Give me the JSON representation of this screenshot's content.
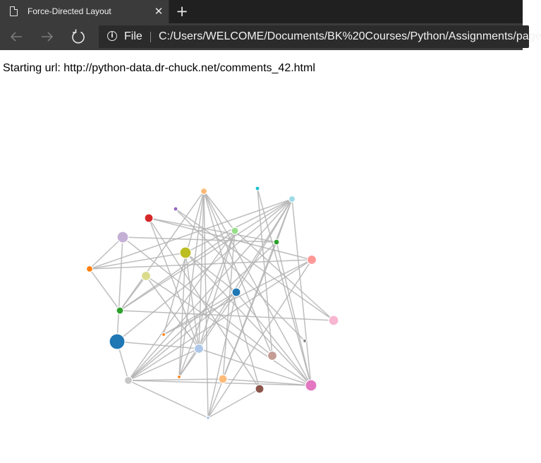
{
  "browser": {
    "tab_title": "Force-Directed Layout",
    "address_scheme_label": "File",
    "address_url": "C:/Users/WELCOME/Documents/BK%20Courses/Python/Assignments/page"
  },
  "page": {
    "starting_url_text": "Starting url: http://python-data.dr-chuck.net/comments_42.html"
  },
  "graph": {
    "nodes": [
      {
        "id": 0,
        "color": "#1f77b4"
      },
      {
        "id": 1,
        "color": "#1f77b4"
      },
      {
        "id": 2,
        "color": "#aec7e8"
      },
      {
        "id": 3,
        "color": "#aec7e8"
      },
      {
        "id": 4,
        "color": "#ff7f0e"
      },
      {
        "id": 5,
        "color": "#ff7f0e"
      },
      {
        "id": 6,
        "color": "#ff7f0e"
      },
      {
        "id": 7,
        "color": "#ffbb78"
      },
      {
        "id": 8,
        "color": "#ffbb78"
      },
      {
        "id": 9,
        "color": "#2ca02c"
      },
      {
        "id": 10,
        "color": "#2ca02c"
      },
      {
        "id": 11,
        "color": "#98df8a"
      },
      {
        "id": 12,
        "color": "#d62728"
      },
      {
        "id": 13,
        "color": "#ff9896"
      },
      {
        "id": 14,
        "color": "#9467bd"
      },
      {
        "id": 15,
        "color": "#c5b0d5"
      },
      {
        "id": 16,
        "color": "#8c564b"
      },
      {
        "id": 17,
        "color": "#c49c94"
      },
      {
        "id": 18,
        "color": "#e377c2"
      },
      {
        "id": 19,
        "color": "#f7b6d2"
      },
      {
        "id": 20,
        "color": "#7f7f7f"
      },
      {
        "id": 21,
        "color": "#c7c7c7"
      },
      {
        "id": 22,
        "color": "#bcbd22"
      },
      {
        "id": 23,
        "color": "#dbdb8d"
      },
      {
        "id": 24,
        "color": "#17becf"
      },
      {
        "id": 25,
        "color": "#9edae5"
      }
    ],
    "links": [
      [
        4,
        25
      ],
      [
        4,
        13
      ],
      [
        4,
        22
      ],
      [
        4,
        9
      ],
      [
        4,
        15
      ],
      [
        9,
        11
      ],
      [
        9,
        19
      ],
      [
        9,
        25
      ],
      [
        25,
        0
      ],
      [
        25,
        22
      ],
      [
        25,
        21
      ],
      [
        25,
        10
      ],
      [
        25,
        8
      ],
      [
        25,
        6
      ],
      [
        25,
        18
      ],
      [
        10,
        2
      ],
      [
        10,
        18
      ],
      [
        10,
        21
      ],
      [
        10,
        15
      ],
      [
        10,
        12
      ],
      [
        7,
        3
      ],
      [
        7,
        18
      ],
      [
        7,
        9
      ],
      [
        7,
        6
      ],
      [
        7,
        2
      ],
      [
        7,
        17
      ],
      [
        7,
        16
      ],
      [
        7,
        11
      ],
      [
        7,
        5
      ],
      [
        24,
        17
      ],
      [
        24,
        18
      ],
      [
        14,
        20
      ],
      [
        14,
        19
      ],
      [
        12,
        16
      ],
      [
        12,
        13
      ],
      [
        12,
        3
      ],
      [
        11,
        21
      ],
      [
        11,
        19
      ],
      [
        11,
        3
      ],
      [
        13,
        21
      ],
      [
        13,
        2
      ],
      [
        13,
        5
      ],
      [
        23,
        18
      ],
      [
        23,
        9
      ],
      [
        23,
        3
      ],
      [
        22,
        0
      ],
      [
        22,
        18
      ],
      [
        22,
        6
      ],
      [
        22,
        3
      ],
      [
        1,
        21
      ],
      [
        1,
        3
      ],
      [
        1,
        25
      ],
      [
        1,
        15
      ],
      [
        0,
        18
      ],
      [
        0,
        3
      ],
      [
        0,
        2
      ],
      [
        0,
        5
      ],
      [
        0,
        21
      ],
      [
        3,
        18
      ],
      [
        3,
        6
      ],
      [
        3,
        21
      ],
      [
        2,
        2
      ],
      [
        2,
        21
      ],
      [
        2,
        16
      ],
      [
        21,
        18
      ],
      [
        21,
        8
      ],
      [
        8,
        18
      ],
      [
        8,
        11
      ],
      [
        15,
        17
      ],
      [
        6,
        11
      ]
    ]
  }
}
